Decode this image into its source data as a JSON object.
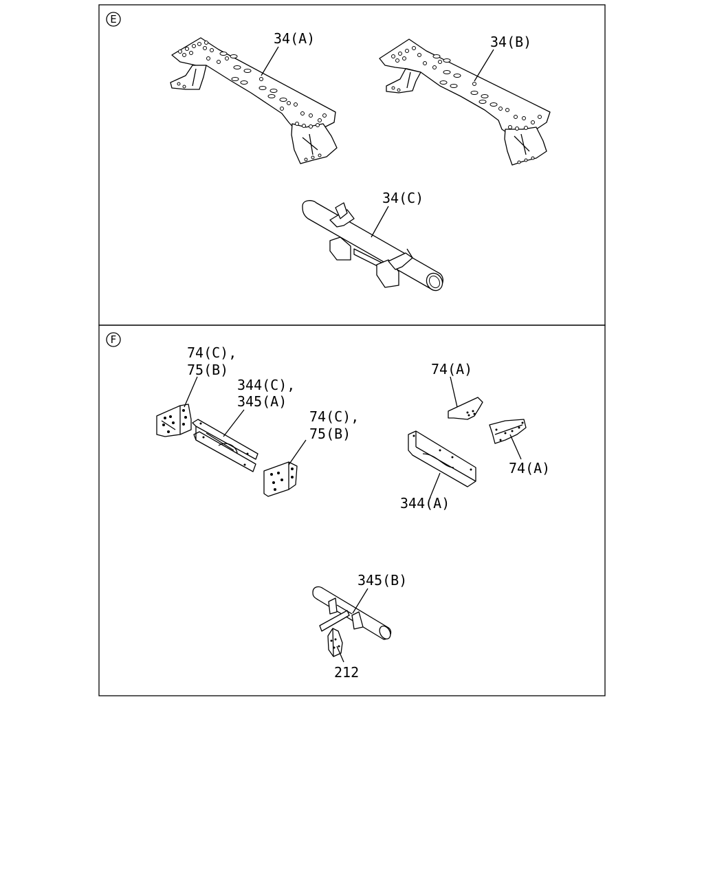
{
  "sections": [
    {
      "id": "E",
      "marker": "E"
    },
    {
      "id": "F",
      "marker": "F"
    }
  ],
  "labels": {
    "e_34a": "34(A)",
    "e_34b": "34(B)",
    "e_34c": "34(C)",
    "f_74c_75b_left_line1": "74(C),",
    "f_74c_75b_left_line2": "75(B)",
    "f_344c_345a_line1": "344(C),",
    "f_344c_345a_line2": "345(A)",
    "f_74c_75b_right_line1": "74(C),",
    "f_74c_75b_right_line2": "75(B)",
    "f_74a_top": "74(A)",
    "f_74a_right": "74(A)",
    "f_344a": "344(A)",
    "f_345b": "345(B)",
    "f_212": "212"
  }
}
